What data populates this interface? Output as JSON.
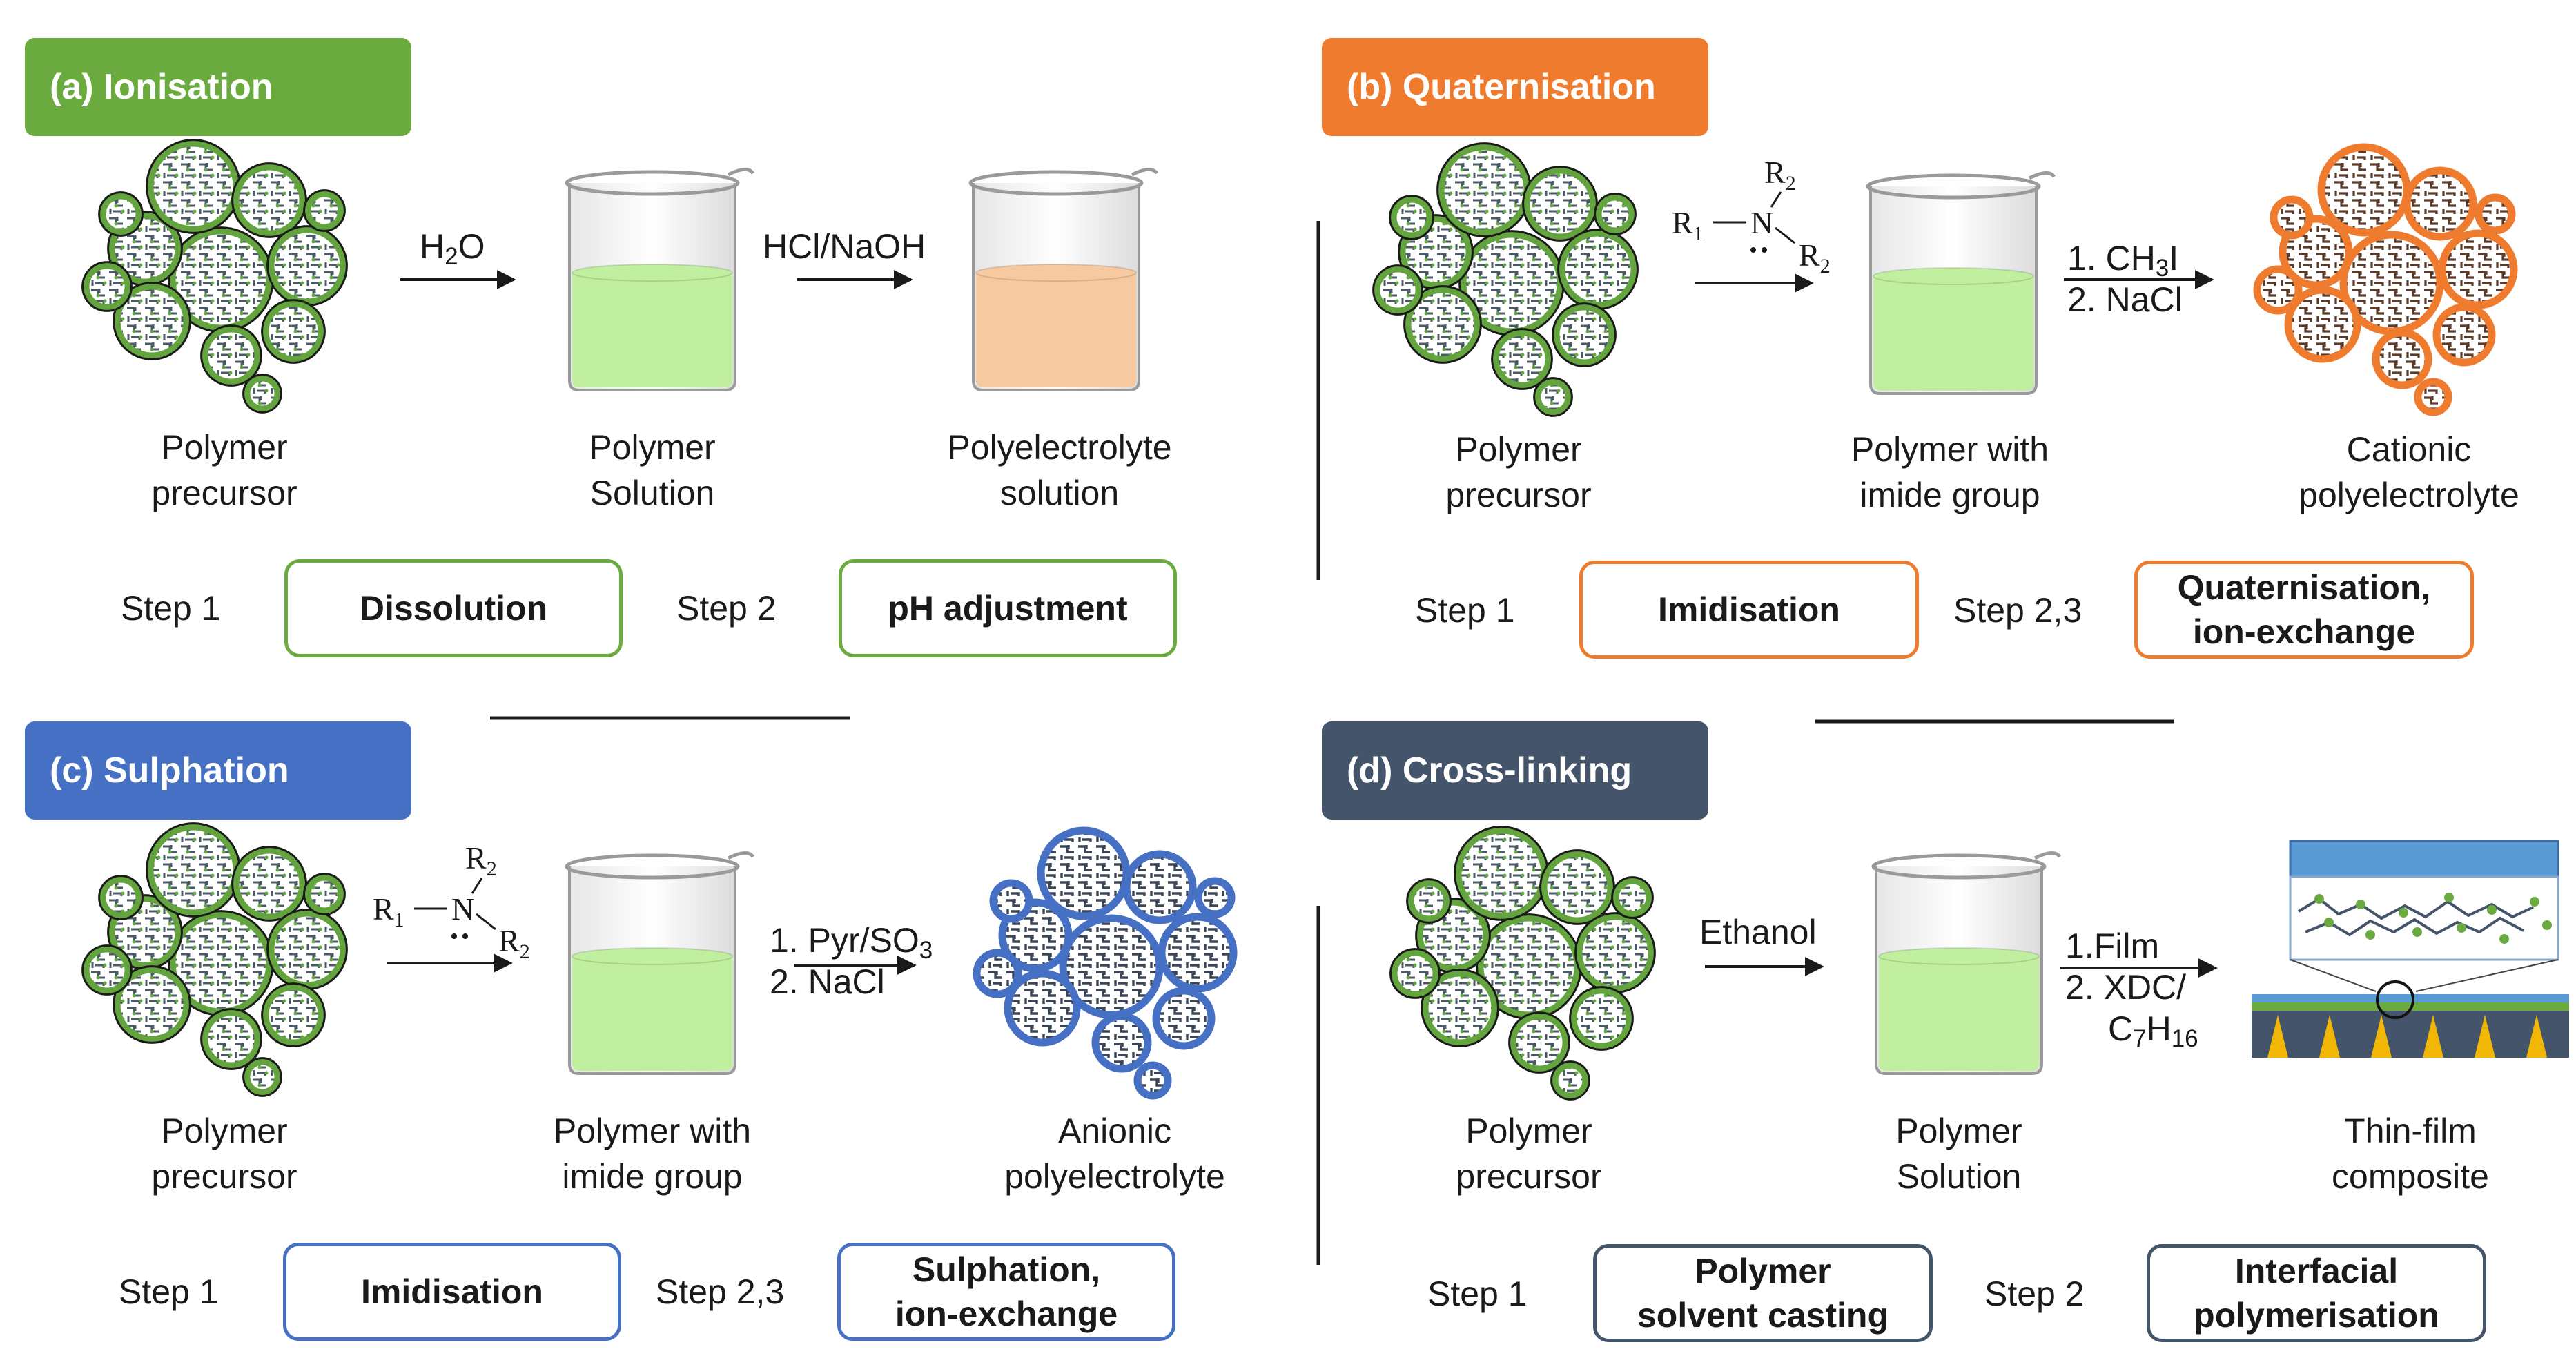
{
  "colors": {
    "ionisation": "#6aaa3e",
    "quaternisation": "#ee7b2e",
    "sulphation": "#4570c4",
    "crosslinking": "#44546a",
    "polymer_green": "#63a43e",
    "solution_green": "#bfef9f",
    "solution_orange": "#f6c9a0"
  },
  "panel_a": {
    "title": "(a) Ionisation",
    "arrow1": "H2O",
    "arrow2": "HCl/NaOH",
    "caption_precursor": "Polymer\nprecursor",
    "caption_solution": "Polymer\nSolution",
    "caption_product": "Polyelectrolyte\nsolution",
    "step1_label": "Step 1",
    "step1_box": "Dissolution",
    "step2_label": "Step 2",
    "step2_box": "pH adjustment"
  },
  "panel_b": {
    "title": "(b) Quaternisation",
    "reagent_line1": "1. CH3I",
    "reagent_line2": "2. NaCl",
    "caption_precursor": "Polymer\nprecursor",
    "caption_solution": "Polymer with\nimide group",
    "caption_product": "Cationic\npolyelectrolyte",
    "step1_label": "Step 1",
    "step1_box": "Imidisation",
    "step2_label": "Step 2,3",
    "step2_box": "Quaternisation,\nion-exchange"
  },
  "panel_c": {
    "title": "(c) Sulphation",
    "reagent_line1": "1. Pyr/SO3",
    "reagent_line2": "2. NaCl",
    "caption_precursor": "Polymer\nprecursor",
    "caption_solution": "Polymer with\nimide group",
    "caption_product": "Anionic\npolyelectrolyte",
    "step1_label": "Step 1",
    "step1_box": "Imidisation",
    "step2_label": "Step 2,3",
    "step2_box": "Sulphation,\nion-exchange"
  },
  "panel_d": {
    "title": "(d) Cross-linking",
    "arrow1": "Ethanol",
    "reagent_line1": "1.Film",
    "reagent_line2": "2. XDC/",
    "reagent_line3": "C7H16",
    "caption_precursor": "Polymer\nprecursor",
    "caption_solution": "Polymer\nSolution",
    "caption_product": "Thin-film\ncomposite",
    "step1_label": "Step 1",
    "step1_box": "Polymer\nsolvent casting",
    "step2_label": "Step 2",
    "step2_box": "Interfacial\npolymerisation"
  },
  "amine": {
    "r1": "R1",
    "n": "N",
    "r2": "R2"
  }
}
